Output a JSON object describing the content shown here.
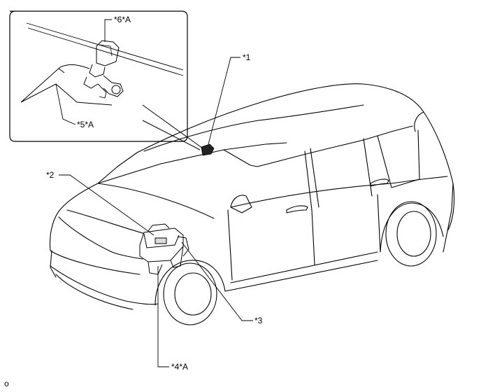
{
  "callouts": {
    "c1": "*1",
    "c2": "*2",
    "c3": "*3",
    "c4": "*4*A",
    "c5": "*5*A",
    "c6": "*6*A"
  },
  "figure_code": "o"
}
